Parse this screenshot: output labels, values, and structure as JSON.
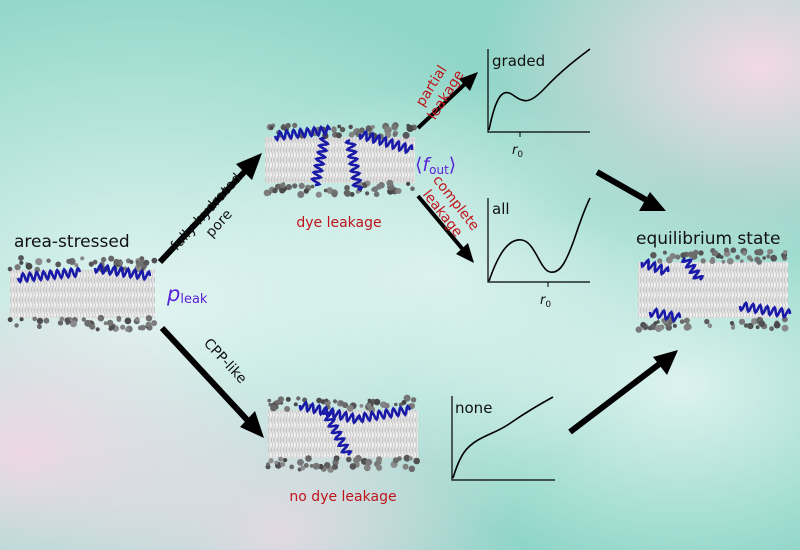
{
  "labels": {
    "start_state": "area-stressed",
    "end_state": "equilibrium state",
    "path_upper_line1": "fully-hydrated",
    "path_upper_line2": "pore",
    "path_lower": "CPP-like",
    "p_leak_symbol": "p",
    "p_leak_subscript": "leak",
    "f_out_open": "⟨",
    "f_out_symbol": "f",
    "f_out_subscript": "out",
    "f_out_close": "⟩",
    "dye_leakage": "dye leakage",
    "no_dye_leakage": "no dye leakage",
    "partial_line1": "partial",
    "partial_line2": "leakage",
    "complete_line1": "complete",
    "complete_line2": "leakage"
  },
  "plots": {
    "graded": {
      "title": "graded",
      "tick_symbol": "r",
      "tick_subscript": "0"
    },
    "all": {
      "title": "all",
      "tick_symbol": "r",
      "tick_subscript": "0"
    },
    "none": {
      "title": "none"
    }
  },
  "colors": {
    "red_text": "#c0141c",
    "blue_text": "#5a22d6",
    "helix": "#1a1aa8",
    "arrow": "#000000"
  }
}
